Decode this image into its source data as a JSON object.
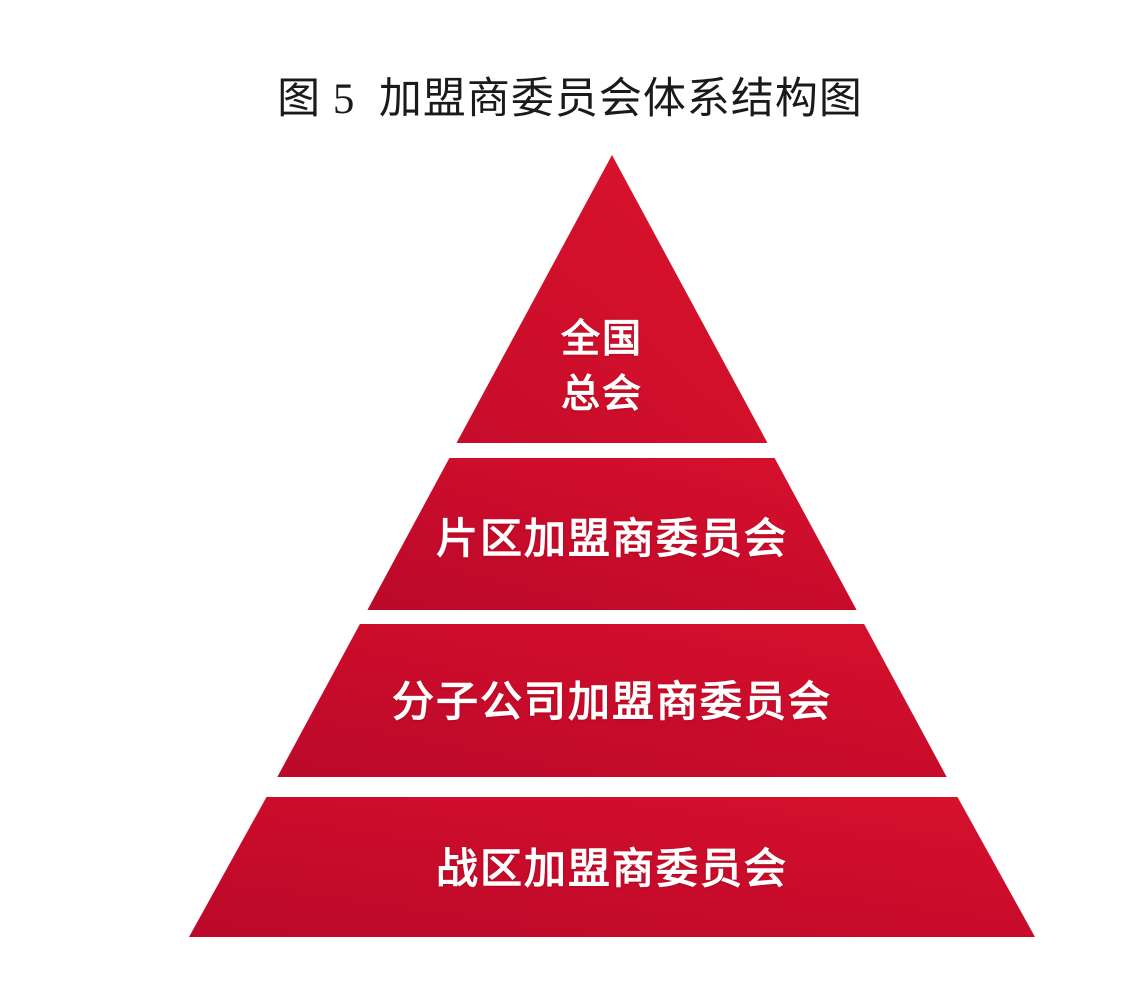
{
  "figure": {
    "title": "图 5  加盟商委员会体系结构图",
    "title_label": "图 5",
    "title_name": "加盟商委员会体系结构图",
    "background_color": "#FFFFFF",
    "accent_color": "#D4102B",
    "accent_color_dark": "#BE0A2B",
    "text_color": "#FFFFFF",
    "title_color": "#1A1A1A"
  },
  "chart_data": {
    "type": "pyramid",
    "title": "图 5  加盟商委员会体系结构图",
    "orientation": "top-narrow",
    "levels": 4,
    "tiers": [
      {
        "rank": 1,
        "label": "全国\n总会",
        "label_lines": [
          "全国",
          "总会"
        ],
        "color": "#D4102B"
      },
      {
        "rank": 2,
        "label": "片区加盟商委员会",
        "label_lines": [
          "片区加盟商委员会"
        ],
        "color": "#CE0C2B"
      },
      {
        "rank": 3,
        "label": "分子公司加盟商委员会",
        "label_lines": [
          "分子公司加盟商委员会"
        ],
        "color": "#C70A2B"
      },
      {
        "rank": 4,
        "label": "战区加盟商委员会",
        "label_lines": [
          "战区加盟商委员会"
        ],
        "color": "#C00A2B"
      }
    ]
  },
  "labels": {
    "tier_1": "全国\n总会",
    "tier_2": "片区加盟商委员会",
    "tier_3": "分子公司加盟商委员会",
    "tier_4": "战区加盟商委员会"
  }
}
